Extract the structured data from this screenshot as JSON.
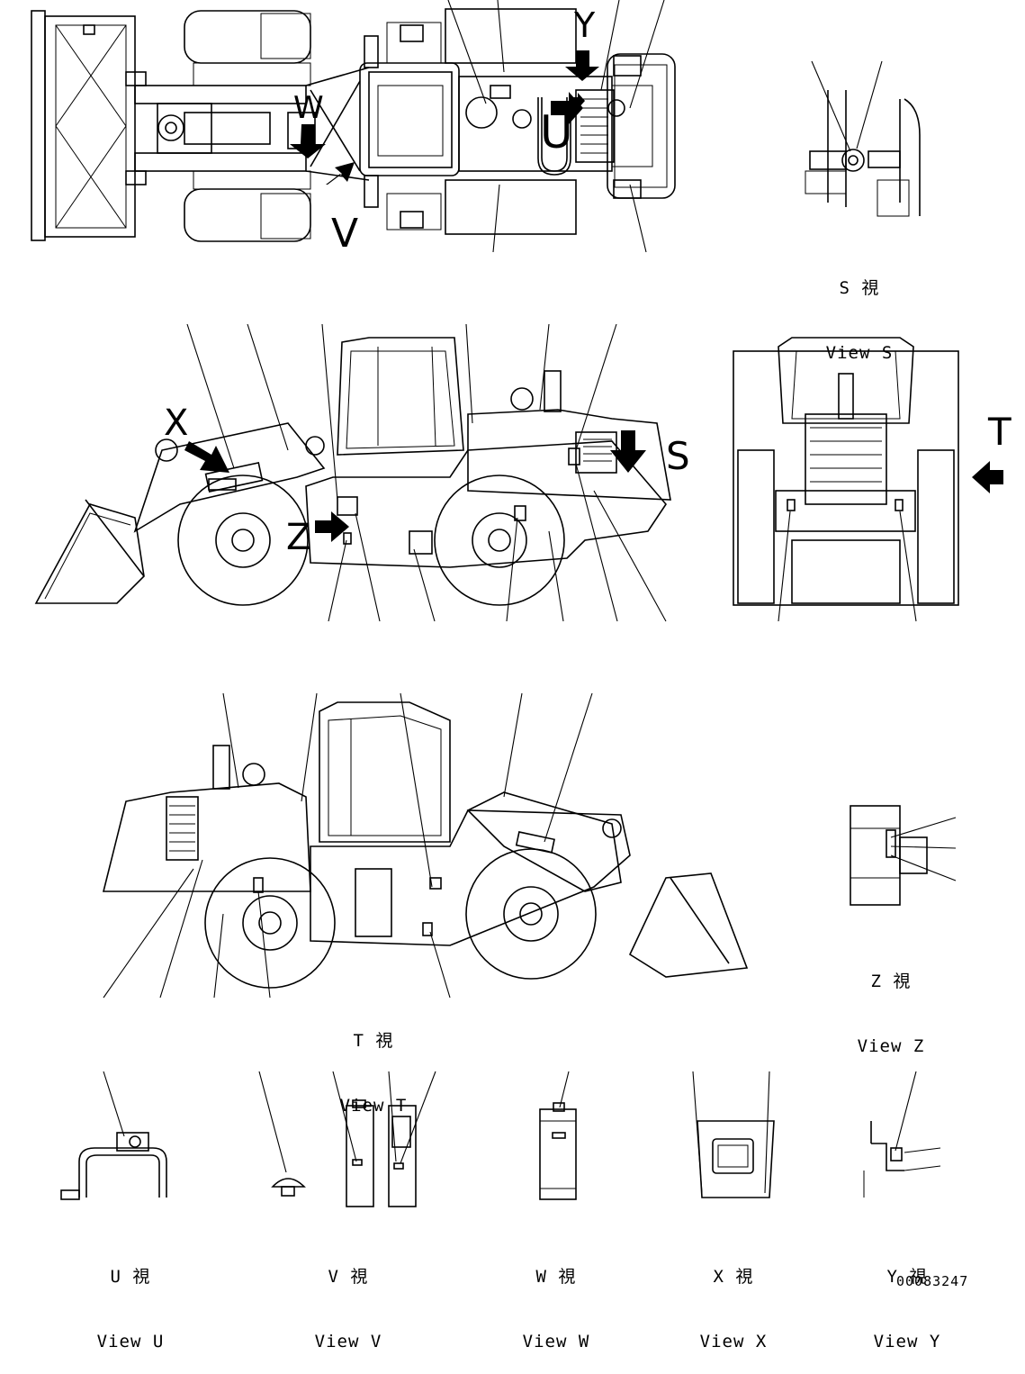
{
  "drawing": {
    "document_number": "00083247",
    "view_markers": [
      "W",
      "V",
      "Y",
      "U",
      "X",
      "Z",
      "S",
      "T"
    ],
    "views": [
      {
        "key": "S",
        "jp": "S 視",
        "en": "View S"
      },
      {
        "key": "T",
        "jp": "T 視",
        "en": "View T"
      },
      {
        "key": "U",
        "jp": "U 視",
        "en": "View U"
      },
      {
        "key": "V",
        "jp": "V 視",
        "en": "View V"
      },
      {
        "key": "W",
        "jp": "W 視",
        "en": "View W"
      },
      {
        "key": "X",
        "jp": "X 視",
        "en": "View X"
      },
      {
        "key": "Y",
        "jp": "Y 視",
        "en": "View Y"
      },
      {
        "key": "Z",
        "jp": "Z 視",
        "en": "View Z"
      }
    ]
  }
}
